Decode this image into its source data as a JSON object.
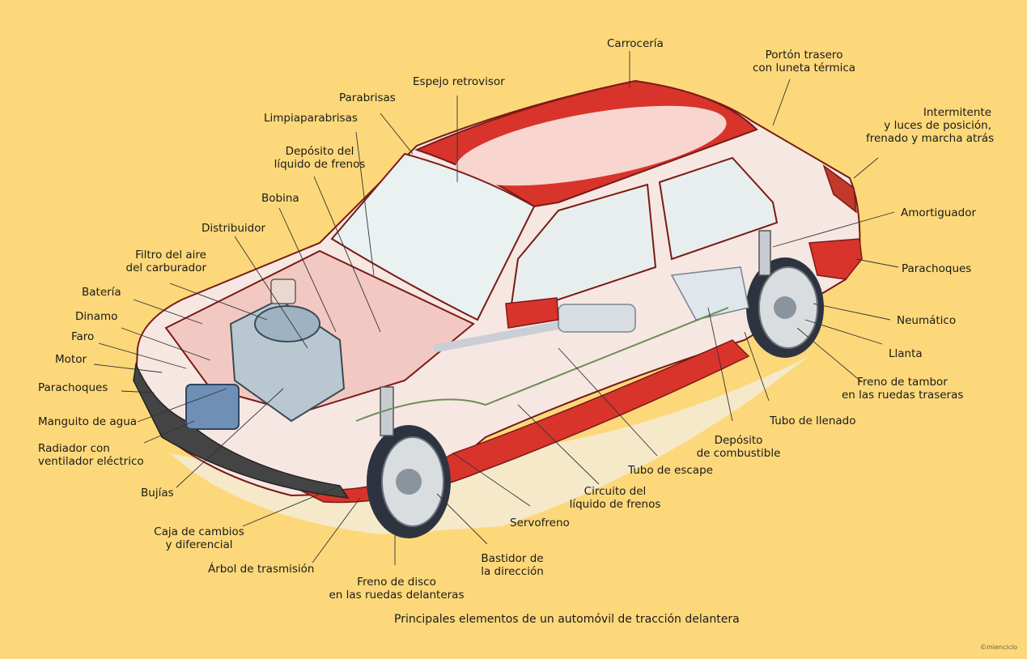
{
  "labels": {
    "carroceria": [
      "Carrocería"
    ],
    "porton": [
      "Portón trasero",
      "con luneta térmica"
    ],
    "intermitente": [
      "Intermitente",
      "y luces de posición,",
      "frenado y marcha atrás"
    ],
    "espejo": [
      "Espejo retrovisor"
    ],
    "parabrisas": [
      "Parabrisas"
    ],
    "limpiaparabrisas": [
      "Limpiaparabrisas"
    ],
    "deposito_frenos": [
      "Depósito del",
      "líquido de frenos"
    ],
    "bobina": [
      "Bobina"
    ],
    "distribuidor": [
      "Distribuidor"
    ],
    "filtro": [
      "Filtro del aire",
      "del carburador"
    ],
    "bateria": [
      "Batería"
    ],
    "dinamo": [
      "Dinamo"
    ],
    "faro": [
      "Faro"
    ],
    "motor": [
      "Motor"
    ],
    "parachoques_del": [
      "Parachoques"
    ],
    "manguito": [
      "Manguito de agua"
    ],
    "radiador": [
      "Radiador con",
      "ventilador eléctrico"
    ],
    "bujias": [
      "Bujías"
    ],
    "caja": [
      "Caja de cambios",
      "y diferencial"
    ],
    "arbol": [
      "Árbol de trasmisión"
    ],
    "freno_disco": [
      "Freno de disco",
      "en las ruedas delanteras"
    ],
    "bastidor": [
      "Bastidor de",
      "la dirección"
    ],
    "servofreno": [
      "Servofreno"
    ],
    "circuito": [
      "Circuito del",
      "líquido de frenos"
    ],
    "escape": [
      "Tubo de escape"
    ],
    "deposito_comb": [
      "Depósito",
      "de combustible"
    ],
    "llenado": [
      "Tubo de llenado"
    ],
    "freno_tambor": [
      "Freno de tambor",
      "en las ruedas traseras"
    ],
    "llanta": [
      "Llanta"
    ],
    "neumatico": [
      "Neumático"
    ],
    "parachoques_tras": [
      "Parachoques"
    ],
    "amortiguador": [
      "Amortiguador"
    ]
  },
  "caption": "Principales elementos de un automóvil de tracción delantera",
  "credit": "©mienciclo",
  "colors": {
    "background": "#fdd87a",
    "body_red": "#d8342c",
    "body_light": "#f7d6d0",
    "line": "#333333"
  }
}
